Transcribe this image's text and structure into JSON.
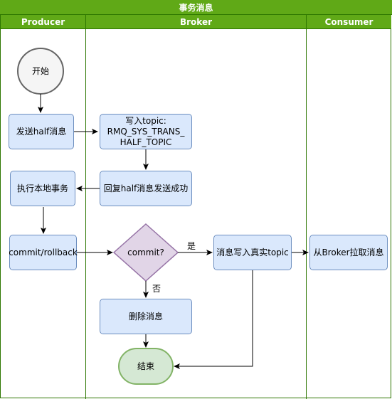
{
  "title": "事务消息",
  "lanes": [
    "Producer",
    "Broker",
    "Consumer"
  ],
  "nodes": {
    "start": "开始",
    "send_half": "发送half消息",
    "write_half": [
      "写入topic:",
      "RMQ_SYS_TRANS_",
      "HALF_TOPIC"
    ],
    "reply_half": "回复half消息发送成功",
    "exec_local": "执行本地事务",
    "commit_rollback": "commit/rollback",
    "commit_q": "commit?",
    "write_real": "消息写入真实topic",
    "pull": "从Broker拉取消息",
    "delete": "删除消息",
    "end": "结束"
  },
  "edge_labels": {
    "yes": "是",
    "no": "否"
  },
  "colors": {
    "header": "#60a917",
    "process_fill": "#dae8fc",
    "process_stroke": "#6c8ebf",
    "decision_fill": "#e1d5e7",
    "decision_stroke": "#9673a6",
    "start_fill": "#f5f5f5",
    "start_stroke": "#666666",
    "end_fill": "#d5e8d4",
    "end_stroke": "#82b366"
  }
}
